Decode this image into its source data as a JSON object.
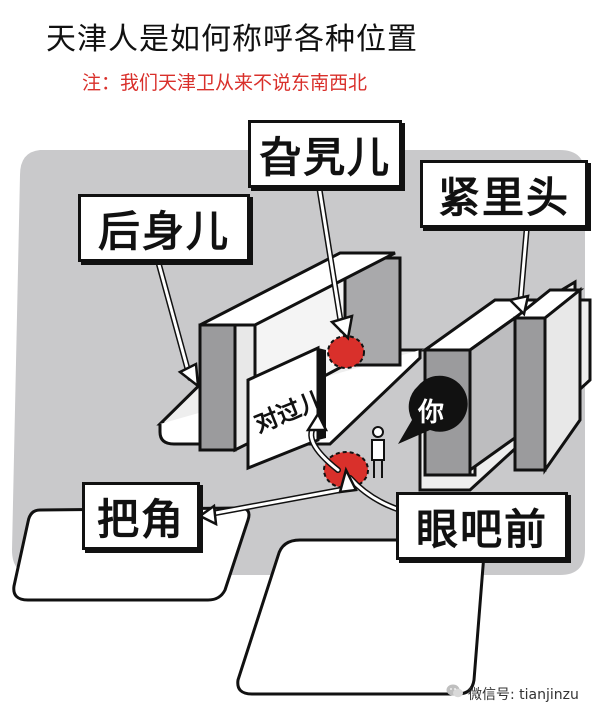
{
  "title": "天津人是如何称呼各种位置",
  "note": "注：我们天津卫从来不说东南西北",
  "labels": {
    "houshener": "后身儿",
    "gajianer": "旮旯儿",
    "jinlitou": "紧里头",
    "duiguoer": "对过儿",
    "ni": "你",
    "bajiao": "把角",
    "yanbaqian": "眼吧前"
  },
  "watermark": "微信号: tianjinzu",
  "colors": {
    "ground": "#c9c9cb",
    "marker": "#d9302b",
    "note": "#d9302b"
  }
}
